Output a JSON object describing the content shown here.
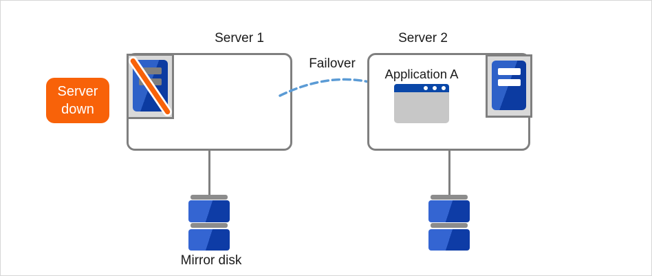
{
  "diagram": {
    "server1": {
      "label": "Server 1",
      "status": "down"
    },
    "server2": {
      "label": "Server 2",
      "application_label": "Application A"
    },
    "status_badge": {
      "lines": [
        "Server",
        "down"
      ]
    },
    "failover_label": "Failover",
    "mirror_disk_label": "Mirror disk",
    "colors": {
      "accent_orange": "#F86209",
      "server_blue_light": "#2E61C8",
      "server_blue_dark": "#0C3BA1",
      "disk_blue_light": "#3465D2",
      "disk_blue_dark": "#0E3CA6",
      "titlebar_blue": "#0A47A8",
      "arrow_blue": "#5B9BD5",
      "border_gray": "#7F7F7F",
      "panel_gray": "#D9D9D9",
      "window_body_gray": "#C7C7C7",
      "disk_cap_gray": "#8C8C8C",
      "text_color": "#1A1A1A"
    }
  }
}
